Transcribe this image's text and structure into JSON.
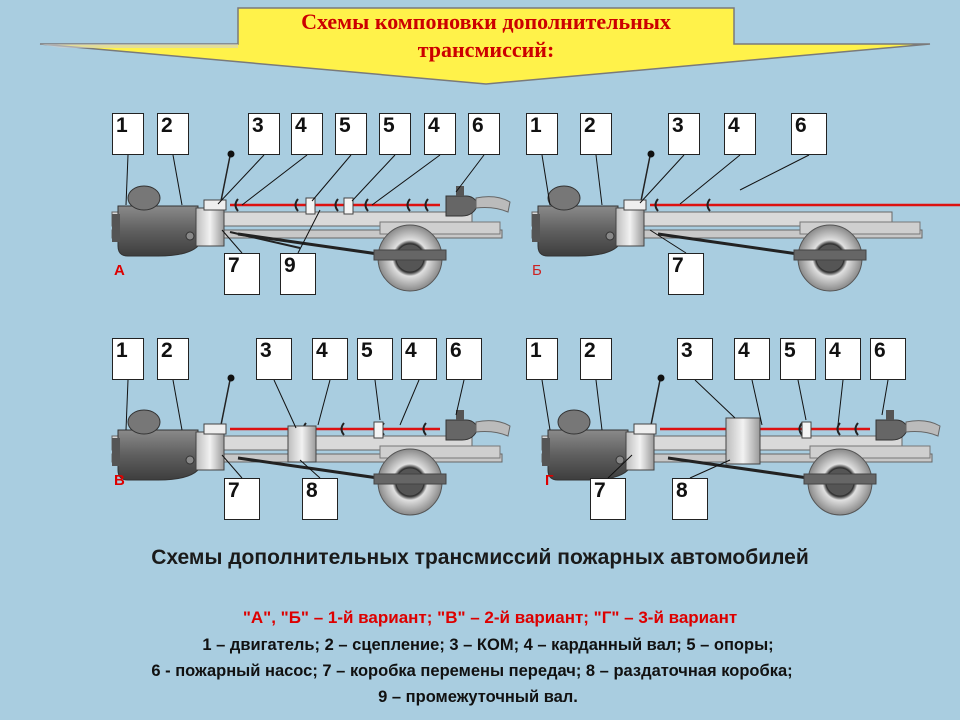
{
  "banner": {
    "line1": "Схемы компоновки дополнительных",
    "line2": "трансмиссий:"
  },
  "diagrams": [
    {
      "id": "A",
      "label": "А",
      "top_labels": [
        "1",
        "2",
        "3",
        "4",
        "5",
        "5",
        "4",
        "6"
      ],
      "bottom_labels": [
        "7",
        "9"
      ]
    },
    {
      "id": "B",
      "label": "Б",
      "top_labels": [
        "1",
        "2",
        "3",
        "4",
        "6"
      ],
      "bottom_labels": [
        "7"
      ]
    },
    {
      "id": "V",
      "label": "В",
      "top_labels": [
        "1",
        "2",
        "3",
        "4",
        "5",
        "4",
        "6"
      ],
      "bottom_labels": [
        "7",
        "8"
      ]
    },
    {
      "id": "G",
      "label": "Г",
      "top_labels": [
        "1",
        "2",
        "3",
        "4",
        "5",
        "4",
        "6"
      ],
      "bottom_labels": [
        "7",
        "8"
      ]
    }
  ],
  "caption": {
    "title": "Схемы дополнительных трансмиссий пожарных автомобилей",
    "variants": "\"А\", \"Б\" – 1-й вариант; \"В\" – 2-й вариант; \"Г\" – 3-й вариант",
    "legend_line1": "1 – двигатель;  2  – сцепление;  3  – КОМ;  4  – карданный вал;  5  – опоры;",
    "legend_line2": "6 - пожарный насос; 7 – коробка перемены передач; 8  – раздаточная коробка;",
    "legend_line3": "9  –  промежуточный вал."
  },
  "colors": {
    "background": "#a9cde0",
    "banner_fill": "#fff24a",
    "banner_text": "#cc0000",
    "shaft": "#dd1111",
    "frame": "#d9d9d9",
    "engine": "#6b6b6b"
  }
}
